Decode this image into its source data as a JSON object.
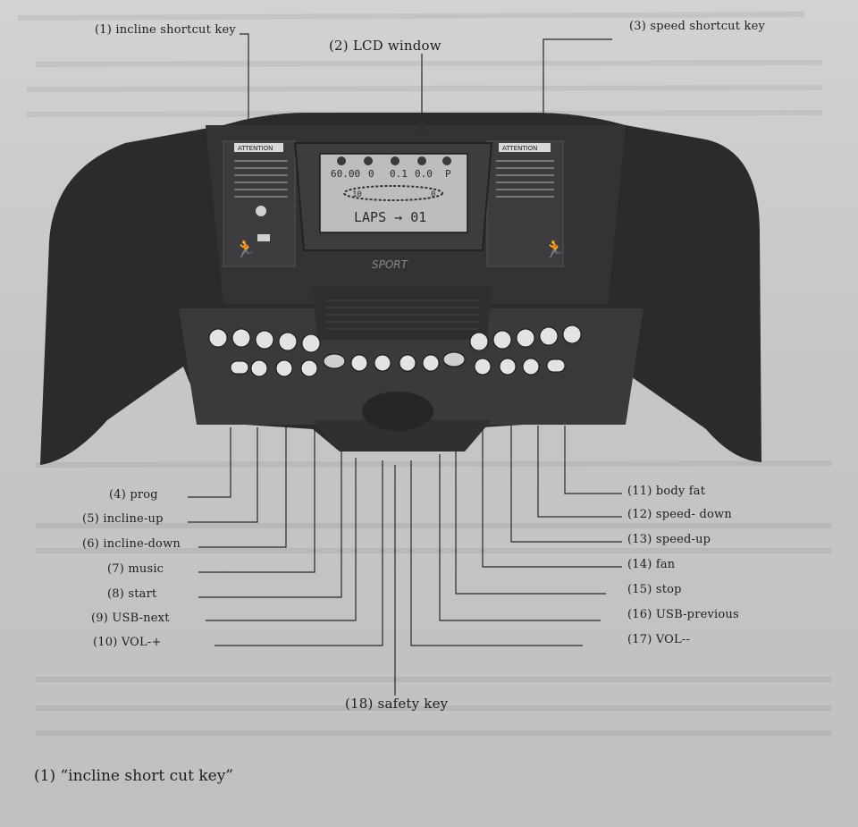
{
  "callouts_top": {
    "incline_shortcut": "(1) incline shortcut key",
    "lcd_window": "(2) LCD window",
    "speed_shortcut": "(3) speed shortcut key"
  },
  "callouts_left": [
    "(4) prog",
    "(5) incline-up",
    "(6) incline-down",
    "(7) music",
    "(8) start",
    "(9) USB-next",
    "(10) VOL-+"
  ],
  "callouts_right": [
    "(11) body fat",
    "(12) speed- down",
    "(13) speed-up",
    "(14) fan",
    "(15) stop",
    "(16) USB-previous",
    "(17) VOL--"
  ],
  "callout_bottom": "(18) safety key",
  "console": {
    "attention_left": "ATTENTION",
    "attention_right": "ATTENTION",
    "lcd_readouts": [
      "60.00",
      "0",
      "0.1",
      "0.0",
      "P"
    ],
    "lcd_ring_left": "10",
    "lcd_ring_right": "0",
    "lcd_bottom": "LAPS → 01",
    "brand": "SPORT"
  },
  "footer_heading": "(1) “incline short cut key”"
}
